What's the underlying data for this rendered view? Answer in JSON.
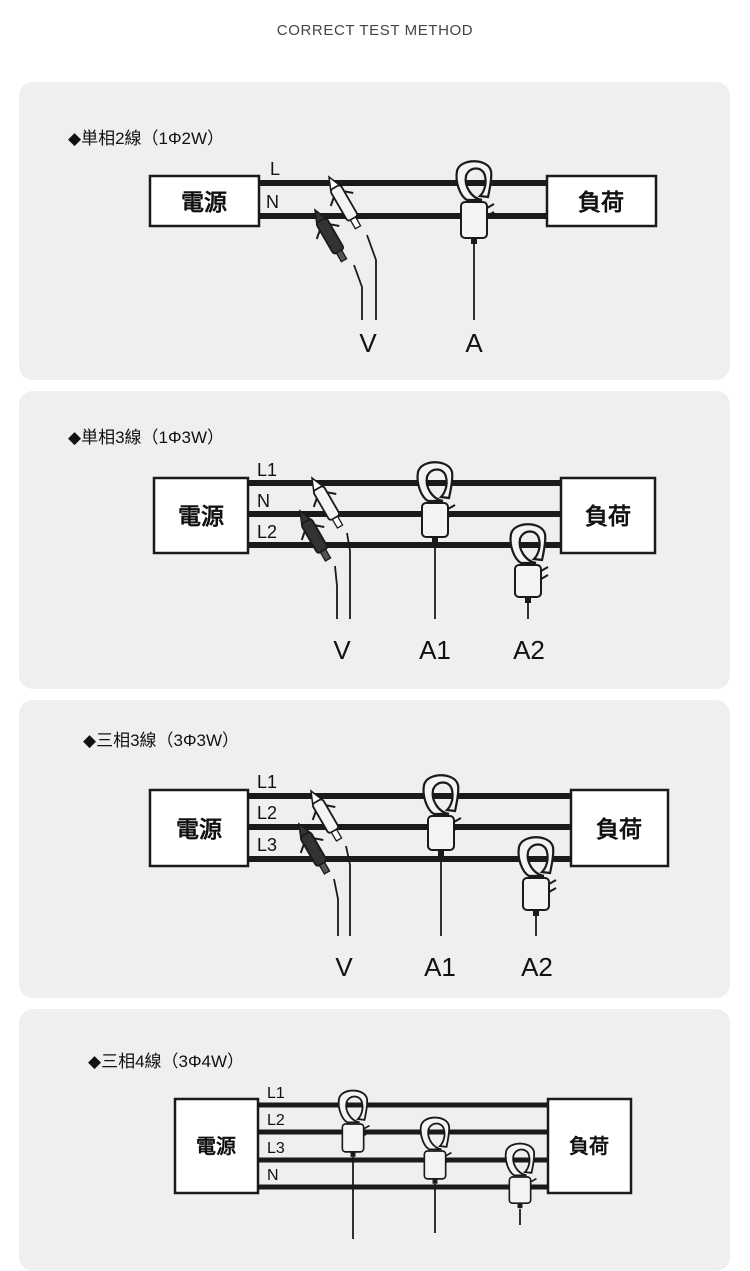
{
  "page": {
    "title": "CORRECT TEST METHOD"
  },
  "labels": {
    "source": "電源",
    "load": "負荷"
  },
  "panels": [
    {
      "heading": "◆単相2線（1Φ2W）",
      "lines": [
        "L",
        "N"
      ],
      "meters": [
        "V",
        "A"
      ]
    },
    {
      "heading": "◆単相3線（1Φ3W）",
      "lines": [
        "L1",
        "N",
        "L2"
      ],
      "meters": [
        "V",
        "A1",
        "A2"
      ]
    },
    {
      "heading": "◆三相3線（3Φ3W）",
      "lines": [
        "L1",
        "L2",
        "L3"
      ],
      "meters": [
        "V",
        "A1",
        "A2"
      ]
    },
    {
      "heading": "◆三相4線（3Φ4W）",
      "lines": [
        "L1",
        "L2",
        "L3",
        "N"
      ],
      "meters": []
    }
  ],
  "colors": {
    "panel_bg": "#efefef",
    "line": "#1a1a1a",
    "black_probe": "#333333",
    "white_probe": "#f4f4f4"
  }
}
